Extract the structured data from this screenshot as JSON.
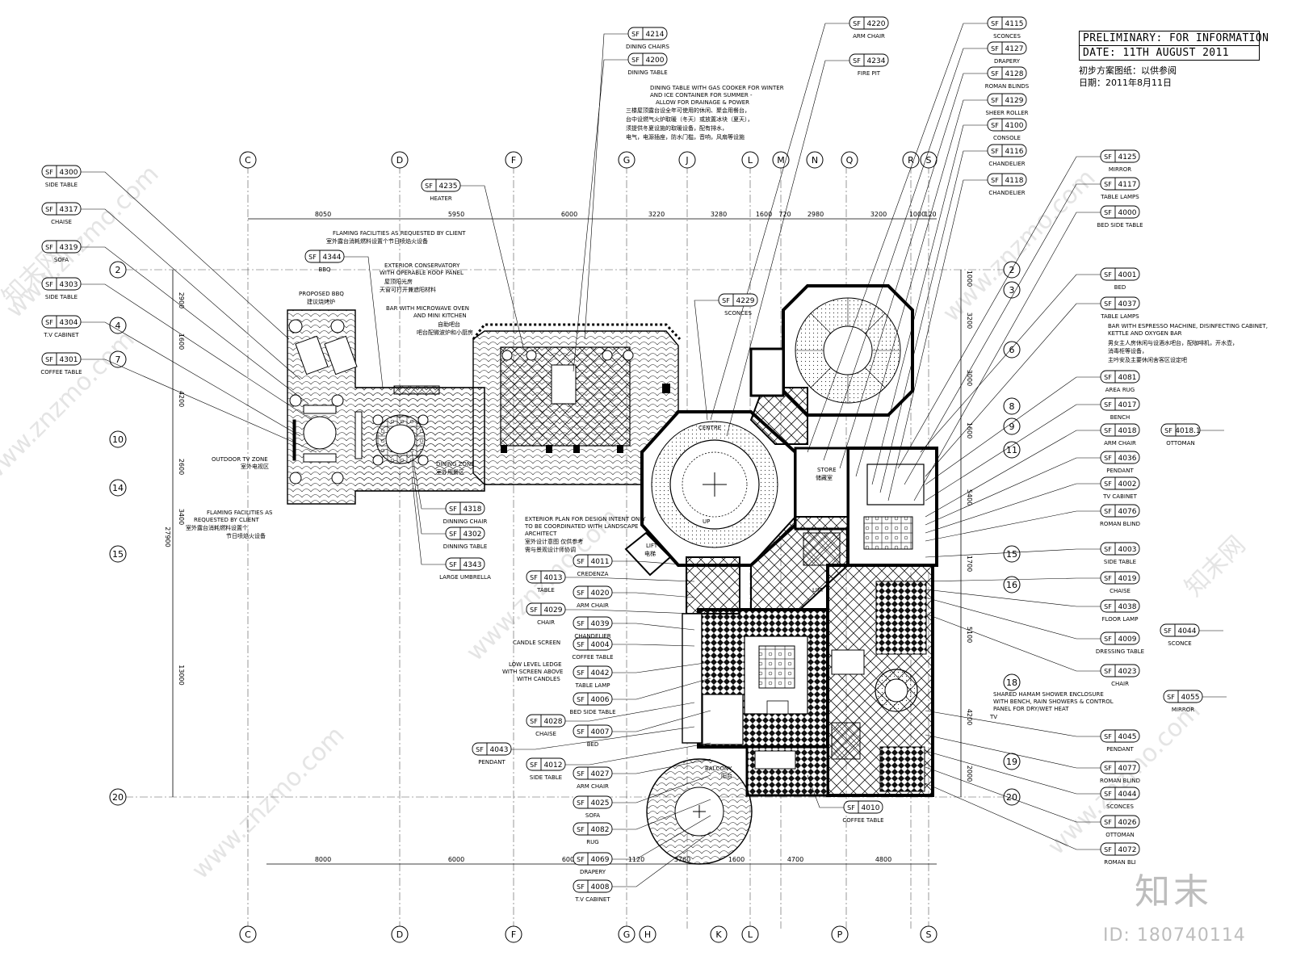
{
  "title_block": {
    "line1": "PRELIMINARY: FOR INFORMATION",
    "line2": "DATE: 11TH AUGUST 2011",
    "cn1": "初步方案图纸：以供参阅",
    "cn2": "日期：2011年8月11日"
  },
  "watermark": {
    "logo": "知末",
    "id": "ID: 180740114",
    "site": "www.znzmo.com",
    "site_cn": "知末网"
  },
  "grid": {
    "top_labels": [
      "C",
      "D",
      "F",
      "G",
      "J",
      "L",
      "M",
      "N",
      "Q",
      "R",
      "S"
    ],
    "bottom_labels": [
      "C",
      "D",
      "F",
      "G",
      "H",
      "K",
      "L",
      "P",
      "S"
    ],
    "left_rows": [
      "2",
      "4",
      "7",
      "10",
      "14",
      "15",
      "20"
    ],
    "right_rows": [
      "2",
      "3",
      "6",
      "8",
      "9",
      "11",
      "15",
      "16",
      "18",
      "19",
      "20"
    ]
  },
  "dimensions": {
    "top": [
      "8050",
      "5950",
      "6000",
      "3220",
      "3280",
      "1600",
      "720",
      "2980",
      "3200",
      "1000",
      "120"
    ],
    "bottom": [
      "8000",
      "6000",
      "6000",
      "1120",
      "3760",
      "1600",
      "4700",
      "4800"
    ],
    "left": [
      "2900",
      "1600",
      "4200",
      "2600",
      "3400",
      "27900",
      "13000"
    ],
    "right": [
      "1000",
      "3200",
      "3000",
      "1600",
      "5400",
      "1700",
      "5100",
      "4200",
      "2000"
    ]
  },
  "tags": {
    "prefix": "SF",
    "list": [
      {
        "code": "4300",
        "label": "SIDE TABLE"
      },
      {
        "code": "4317",
        "label": "CHAISE"
      },
      {
        "code": "4319",
        "label": "SOFA"
      },
      {
        "code": "4303",
        "label": "SIDE TABLE"
      },
      {
        "code": "4304",
        "label": "T.V CABINET"
      },
      {
        "code": "4301",
        "label": "COFFEE TABLE"
      },
      {
        "code": "4214",
        "label": "DINING CHAIRS"
      },
      {
        "code": "4200",
        "label": "DINING TABLE"
      },
      {
        "code": "4220",
        "label": "ARM CHAIR"
      },
      {
        "code": "4234",
        "label": "FIRE PIT"
      },
      {
        "code": "4115",
        "label": "SCONCES"
      },
      {
        "code": "4127",
        "label": "DRAPERY"
      },
      {
        "code": "4128",
        "label": "ROMAN BLINDS"
      },
      {
        "code": "4129",
        "label": "SHEER ROLLER"
      },
      {
        "code": "4100",
        "label": "CONSOLE"
      },
      {
        "code": "4116",
        "label": "CHANDELIER"
      },
      {
        "code": "4118",
        "label": "CHANDELIER"
      },
      {
        "code": "4125",
        "label": "MIRROR"
      },
      {
        "code": "4117",
        "label": "TABLE LAMPS"
      },
      {
        "code": "4000",
        "label": "BED SIDE TABLE"
      },
      {
        "code": "4235",
        "label": "HEATER"
      },
      {
        "code": "4344",
        "label": "BBQ"
      },
      {
        "code": "4229",
        "label": "SCONCES"
      },
      {
        "code": "4001",
        "label": "BED"
      },
      {
        "code": "4037",
        "label": "TABLE LAMPS"
      },
      {
        "code": "4081",
        "label": "AREA RUG"
      },
      {
        "code": "4017",
        "label": "BENCH"
      },
      {
        "code": "4018",
        "label": "ARM CHAIR"
      },
      {
        "code": "4018.1",
        "label": "OTTOMAN"
      },
      {
        "code": "4036",
        "label": "PENDANT"
      },
      {
        "code": "4002",
        "label": "TV CABINET"
      },
      {
        "code": "4076",
        "label": "ROMAN BLIND"
      },
      {
        "code": "4003",
        "label": "SIDE TABLE"
      },
      {
        "code": "4019",
        "label": "CHAISE"
      },
      {
        "code": "4038",
        "label": "FLOOR LAMP"
      },
      {
        "code": "4009",
        "label": "DRESSING TABLE"
      },
      {
        "code": "4044",
        "label": "SCONCE"
      },
      {
        "code": "4023",
        "label": "CHAIR"
      },
      {
        "code": "4055",
        "label": "MIRROR"
      },
      {
        "code": "4045",
        "label": "PENDANT"
      },
      {
        "code": "4077",
        "label": "ROMAN BLIND"
      },
      {
        "code": "4044",
        "label": "SCONCES"
      },
      {
        "code": "4026",
        "label": "OTTOMAN"
      },
      {
        "code": "4072",
        "label": "ROMAN BLI"
      },
      {
        "code": "4318",
        "label": "DINNING CHAIR"
      },
      {
        "code": "4302",
        "label": "DINNING TABLE"
      },
      {
        "code": "4343",
        "label": "LARGE UMBRELLA"
      },
      {
        "code": "4011",
        "label": "CREDENZA"
      },
      {
        "code": "4013",
        "label": "TABLE"
      },
      {
        "code": "4020",
        "label": "ARM CHAIR"
      },
      {
        "code": "4029",
        "label": "CHAIR"
      },
      {
        "code": "4039",
        "label": "CHANDELIER"
      },
      {
        "code": "4004",
        "label": "COFFEE TABLE"
      },
      {
        "code": "4042",
        "label": "TABLE LAMP"
      },
      {
        "code": "4006",
        "label": "BED SIDE TABLE"
      },
      {
        "code": "4028",
        "label": "CHAISE"
      },
      {
        "code": "4007",
        "label": "BED"
      },
      {
        "code": "4043",
        "label": "PENDANT"
      },
      {
        "code": "4012",
        "label": "SIDE TABLE"
      },
      {
        "code": "4027",
        "label": "ARM CHAIR"
      },
      {
        "code": "4025",
        "label": "SOFA"
      },
      {
        "code": "4082",
        "label": "RUG"
      },
      {
        "code": "4069",
        "label": "DRAPERY"
      },
      {
        "code": "4008",
        "label": "T.V CABINET"
      },
      {
        "code": "4010",
        "label": "COFFEE TABLE"
      }
    ]
  },
  "notes": {
    "dining_en1": "DINING TABLE WITH GAS COOKER FOR WINTER",
    "dining_en2": "AND ICE CONTAINER FOR SUMMER -",
    "dining_en3": "ALLOW FOR DRAINAGE & POWER",
    "dining_cn1": "三楼屋顶露台设全年可使用的休闲、聚会用餐台，",
    "dining_cn2": "台中设燃气火炉取暖（冬天）或放置冰块（夏天），",
    "dining_cn3": "须提供冬夏设施的取暖设备，配有排水，",
    "dining_cn4": "电气，电源插座，防水门槛，音响，风扇等设施",
    "flaming_top_en": "FLAMING FACILITIES AS REQUESTED BY CLIENT",
    "flaming_top_cn": "室外露台消耗燃料设置个节日喷焰火设备",
    "conservatory_en1": "EXTERIOR CONSERVATORY",
    "conservatory_en2": "WITH OPERABLE ROOF PANEL",
    "conservatory_cn1": "屋顶阳光房",
    "conservatory_cn2": "天窗可打开兼遮阳材料",
    "bar_en1": "BAR WITH MICROWAVE OVEN",
    "bar_en2": "AND MINI KITCHEN",
    "bar_cn1": "自助吧台",
    "bar_cn2": "吧台配微波炉和小厨房",
    "bbq_en": "PROPOSED BBQ",
    "bbq_cn": "建议烧烤炉",
    "tv_zone_en": "OUTDOOR TV ZONE",
    "tv_zone_cn": "室外电视区",
    "dining_zone_en": "DINING ZONE",
    "dining_zone_cn": "室外用餐区",
    "flaming_left_en1": "FLAMING FACILITIES AS",
    "flaming_left_en2": "REQUESTED BY CLIENT",
    "flaming_left_cn1": "室外露台消耗燃料设置个",
    "flaming_left_cn2": "节日喷焰火设备",
    "exterior_en1": "EXTERIOR PLAN FOR DESIGN INTENT ONLY",
    "exterior_en2": "TO BE COORDINATED WITH LANDSCAPE",
    "exterior_en3": "ARCHITECT",
    "exterior_cn1": "室外设计意图 仅供参考",
    "exterior_cn2": "需与景观设计师协调",
    "bar_espresso_en1": "BAR WITH ESPRESSO MACHINE, DISINFECTING CABINET,",
    "bar_espresso_en2": "KETTLE AND OXYGEN BAR",
    "bar_espresso_cn1": "男女主人房休闲与设酒水吧台，配咖啡机，开水壶，",
    "bar_espresso_cn2": "消毒柜等设备，",
    "bar_espresso_cn3": "主吟安及主要休闲舍客区设定吧",
    "candle_screen": "CANDLE SCREEN",
    "low_ledge1": "LOW LEVEL LEDGE",
    "low_ledge2": "WITH SCREEN ABOVE",
    "low_ledge3": "WITH CANDLES",
    "hamam1": "SHARED HAMAM SHOWER ENCLOSURE",
    "hamam2": "WITH BENCH, RAIN SHOWERS & CONTROL",
    "hamam3": "PANEL FOR DRY/WET HEAT",
    "tv_label": "TV",
    "balcony_en": "BALCONY",
    "balcony_cn": "阳台",
    "lift1": "LIFT",
    "lift1_cn": "电梯",
    "lift2": "LIFT",
    "store_en": "STORE",
    "store_cn": "储藏室",
    "center_label": "CENTRE",
    "up_label": "UP"
  }
}
